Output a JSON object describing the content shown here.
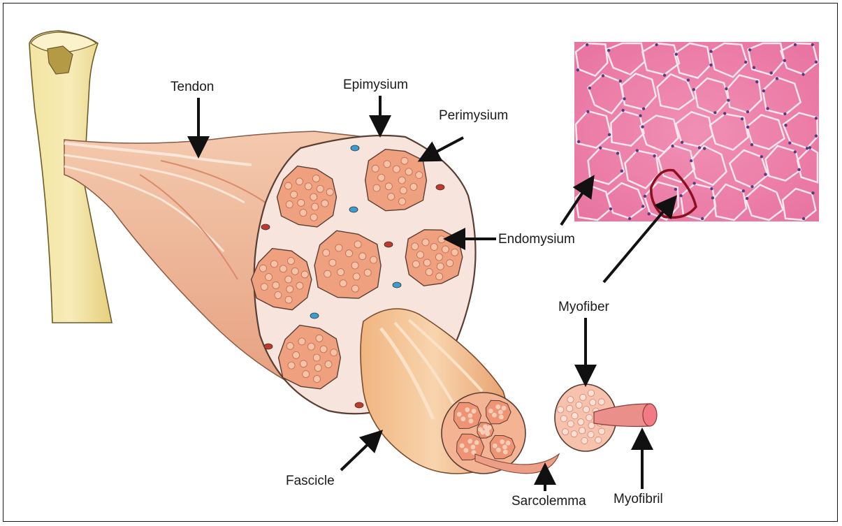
{
  "labels": {
    "tendon": "Tendon",
    "epimysium": "Epimysium",
    "perimysium": "Perimysium",
    "endomysium": "Endomysium",
    "myofiber": "Myofiber",
    "fascicle": "Fascicle",
    "sarcolemma": "Sarcolemma",
    "myofibril": "Myofibril"
  }
}
